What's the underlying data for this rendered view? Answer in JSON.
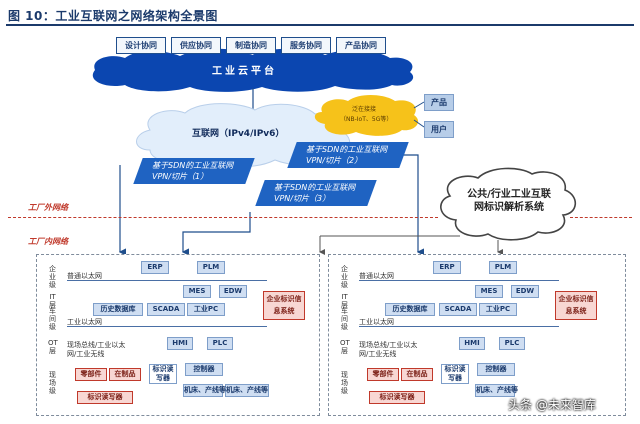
{
  "title": "图 10：工业互联网之网络架构全景图",
  "services": [
    "设计协同",
    "供应协同",
    "制造协同",
    "服务协同",
    "产品协同"
  ],
  "cloud_platform": "工业云平台",
  "internet": "互联网（IPv4/IPv6）",
  "wireless": {
    "line1": "泛在接接",
    "line2": "（NB-IoT、5G等）"
  },
  "side_boxes": [
    "产品",
    "用户"
  ],
  "sdn": [
    "基于SDN的工业互联网VPN/切片（1）",
    "基于SDN的工业互联网VPN/切片（2）",
    "基于SDN的工业互联网VPN/切片（3）"
  ],
  "public_identity": "公共/行业工业互联网标识解析系统",
  "zones": {
    "outer": "工厂外网络",
    "inner": "工厂内网络"
  },
  "plant": {
    "layer_enterprise": "企业级",
    "layer_it": "IT层",
    "layer_workshop": "车间级",
    "layer_ot": "OT层",
    "layer_field": "现场级",
    "erp": "ERP",
    "plm": "PLM",
    "ethernet": "普通以太网",
    "mes": "MES",
    "edw": "EDW",
    "history_db": "历史数据库",
    "scada": "SCADA",
    "ipc": "工业PC",
    "industrial_ethernet": "工业以太网",
    "hmi": "HMI",
    "plc": "PLC",
    "fieldbus": "现场总线/工业以太网/工业无线",
    "parts": "零部件",
    "wip": "在制品",
    "tag_reader": "标识读写器",
    "controller": "控制器",
    "machine": "机床、产线等",
    "enterprise_id": "企业标识信息系统"
  },
  "watermark": "头条 @未来智库"
}
